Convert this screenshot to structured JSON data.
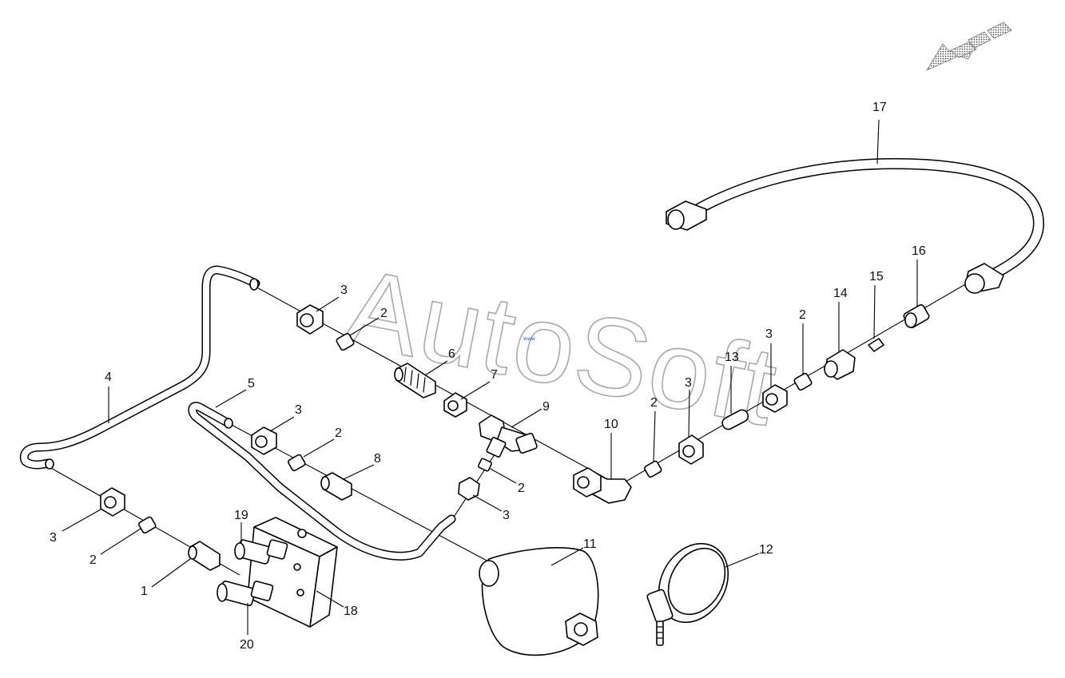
{
  "watermark": {
    "text": "AutoSoft",
    "subtext": "www"
  },
  "callouts": [
    {
      "id": "c17",
      "label": "17"
    },
    {
      "id": "c16",
      "label": "16"
    },
    {
      "id": "c15",
      "label": "15"
    },
    {
      "id": "c14",
      "label": "14"
    },
    {
      "id": "c2a",
      "label": "2"
    },
    {
      "id": "c3a",
      "label": "3"
    },
    {
      "id": "c13",
      "label": "13"
    },
    {
      "id": "c3b",
      "label": "3"
    },
    {
      "id": "c2b",
      "label": "2"
    },
    {
      "id": "c10",
      "label": "10"
    },
    {
      "id": "c9",
      "label": "9"
    },
    {
      "id": "c7",
      "label": "7"
    },
    {
      "id": "c6",
      "label": "6"
    },
    {
      "id": "c2c",
      "label": "2"
    },
    {
      "id": "c3c",
      "label": "3"
    },
    {
      "id": "c4",
      "label": "4"
    },
    {
      "id": "c5",
      "label": "5"
    },
    {
      "id": "c3d",
      "label": "3"
    },
    {
      "id": "c2d",
      "label": "2"
    },
    {
      "id": "c8",
      "label": "8"
    },
    {
      "id": "c2e",
      "label": "2"
    },
    {
      "id": "c3e",
      "label": "3"
    },
    {
      "id": "c11",
      "label": "11"
    },
    {
      "id": "c12",
      "label": "12"
    },
    {
      "id": "c19",
      "label": "19"
    },
    {
      "id": "c18",
      "label": "18"
    },
    {
      "id": "c20",
      "label": "20"
    },
    {
      "id": "c3f",
      "label": "3"
    },
    {
      "id": "c2f",
      "label": "2"
    },
    {
      "id": "c1",
      "label": "1"
    }
  ],
  "colors": {
    "line": "#000000",
    "watermark": "#a8a8a8",
    "arrow": "#9a9a9a"
  }
}
